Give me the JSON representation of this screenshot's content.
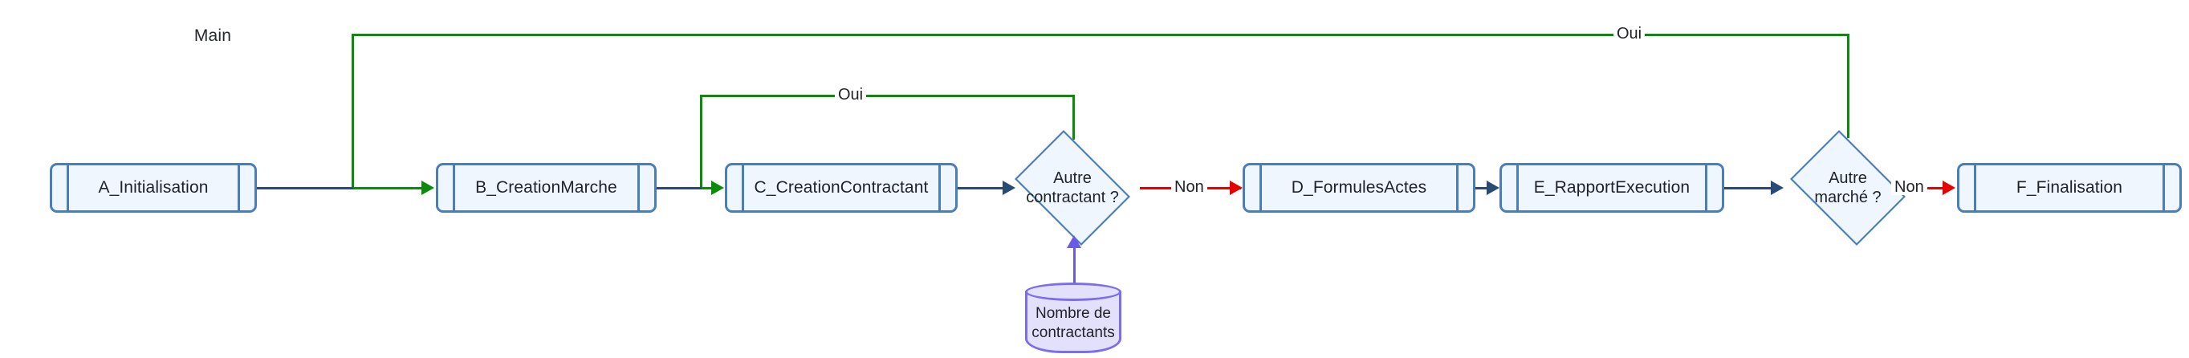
{
  "diagram": {
    "title": "Main",
    "background": "#ffffff",
    "palette": {
      "process_fill": "#eff6fd",
      "process_stroke": "#4a7ebb",
      "database_fill": "#e3e0fb",
      "database_stroke": "#7b6cf0",
      "flow_blue": "#284a75",
      "flow_green": "#0b8a0b",
      "flow_red": "#e60000",
      "flow_purple": "#6a5ae8",
      "text": "#1f2328"
    },
    "nodes": [
      {
        "id": "a",
        "type": "subroutine",
        "label": "A_Initialisation"
      },
      {
        "id": "b",
        "type": "subroutine",
        "label": "B_CreationMarche"
      },
      {
        "id": "c",
        "type": "subroutine",
        "label": "C_CreationContractant"
      },
      {
        "id": "d1",
        "type": "decision",
        "label_line1": "Autre",
        "label_line2": "contractant ?"
      },
      {
        "id": "db",
        "type": "database",
        "label_line1": "Nombre de",
        "label_line2": "contractants"
      },
      {
        "id": "d",
        "type": "subroutine",
        "label": "D_FormulesActes"
      },
      {
        "id": "e",
        "type": "subroutine",
        "label": "E_RapportExecution"
      },
      {
        "id": "d2",
        "type": "decision",
        "label_line1": "Autre",
        "label_line2": "marché ?"
      },
      {
        "id": "f",
        "type": "subroutine",
        "label": "F_Finalisation"
      }
    ],
    "edges": [
      {
        "id": "a-b",
        "from": "a",
        "to": "b",
        "label": "",
        "color": "#284a75"
      },
      {
        "id": "b-c",
        "from": "b",
        "to": "c",
        "label": "",
        "color": "#284a75"
      },
      {
        "id": "c-d1",
        "from": "c",
        "to": "d1",
        "label": "",
        "color": "#284a75"
      },
      {
        "id": "d1-c-oui",
        "from": "d1",
        "to": "c",
        "label": "Oui",
        "color": "#0b8a0b"
      },
      {
        "id": "d1-d-non",
        "from": "d1",
        "to": "d",
        "label": "Non",
        "color": "#e60000"
      },
      {
        "id": "db-d1",
        "from": "db",
        "to": "d1",
        "label": "",
        "color": "#6a5ae8"
      },
      {
        "id": "d-e",
        "from": "d",
        "to": "e",
        "label": "",
        "color": "#284a75"
      },
      {
        "id": "e-d2",
        "from": "e",
        "to": "d2",
        "label": "",
        "color": "#284a75"
      },
      {
        "id": "d2-b-oui",
        "from": "d2",
        "to": "b",
        "label": "Oui",
        "color": "#0b8a0b"
      },
      {
        "id": "d2-f-non",
        "from": "d2",
        "to": "f",
        "label": "Non",
        "color": "#e60000"
      }
    ],
    "edge_labels": {
      "oui_inner": "Oui",
      "oui_outer": "Oui",
      "non_first": "Non",
      "non_second": "Non"
    }
  }
}
